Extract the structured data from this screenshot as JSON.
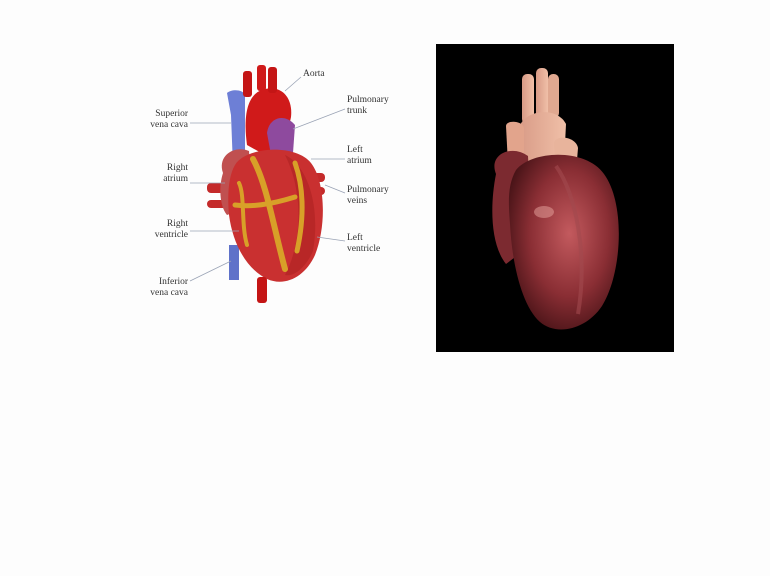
{
  "diagram": {
    "labels": {
      "aorta": [
        "Aorta"
      ],
      "pulmonary_trunk": [
        "Pulmonary",
        "trunk"
      ],
      "superior_vena_cava": [
        "Superior",
        "vena cava"
      ],
      "left_atrium": [
        "Left",
        "atrium"
      ],
      "right_atrium": [
        "Right",
        "atrium"
      ],
      "pulmonary_veins": [
        "Pulmonary",
        "veins"
      ],
      "right_ventricle": [
        "Right",
        "ventricle"
      ],
      "left_ventricle": [
        "Left",
        "ventricle"
      ],
      "inferior_vena_cava": [
        "Inferior",
        "vena cava"
      ]
    }
  },
  "colors": {
    "aorta_red": "#d01a1a",
    "vena_cava_blue": "#6d7fd6",
    "pulmonary_purple": "#8e4a9e",
    "muscle_red": "#c93030",
    "fat_yellow": "#d8a028",
    "photo_background": "#000000"
  }
}
